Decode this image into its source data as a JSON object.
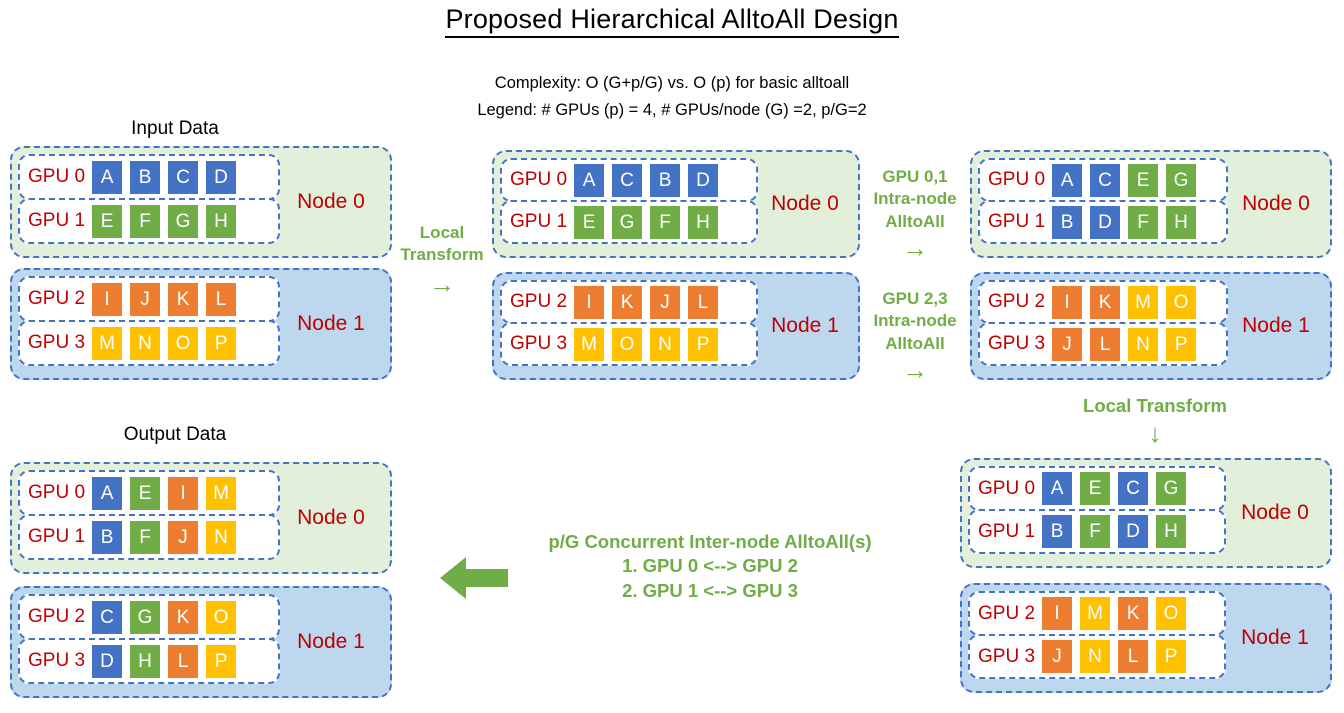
{
  "title": "Proposed Hierarchical AlltoAll Design",
  "subtitle_lines": {
    "complexity": "Complexity: O (G+p/G) vs. O (p) for basic alltoall",
    "legend": "Legend: # GPUs (p) = 4, # GPUs/node (G) =2, p/G=2"
  },
  "captions": {
    "input": "Input Data",
    "output": "Output Data"
  },
  "node_labels": {
    "node0": "Node 0",
    "node1": "Node 1"
  },
  "gpu_labels": {
    "gpu0": "GPU 0",
    "gpu1": "GPU 1",
    "gpu2": "GPU 2",
    "gpu3": "GPU 3"
  },
  "colors": {
    "blue": "#4472C4",
    "green": "#70AD47",
    "orange": "#ED7D31",
    "yellow": "#FFC000",
    "node0_bg": "#E2EFDA",
    "node1_bg": "#BDD7EE",
    "gpu_label": "#C00000",
    "annotation": "#70AD47"
  },
  "annotations": {
    "local_transform_1_line1": "Local",
    "local_transform_1_line2": "Transform",
    "local_transform_1_arrow": "→",
    "intra_node_01_line1": "GPU 0,1",
    "intra_node_01_line2": "Intra-node",
    "intra_node_01_line3": "AlltoAll",
    "intra_node_01_arrow": "→",
    "intra_node_23_line1": "GPU 2,3",
    "intra_node_23_line2": "Intra-node",
    "intra_node_23_line3": "AlltoAll",
    "intra_node_23_arrow": "→",
    "local_transform_2": "Local Transform",
    "local_transform_2_arrow": "↓",
    "inter_node_line1": "p/G Concurrent Inter-node AlltoAll(s)",
    "inter_node_line2": "1. GPU 0 <--> GPU 2",
    "inter_node_line3": "2. GPU 1 <--> GPU 3",
    "inter_node_arrow": "←"
  },
  "stages": {
    "input": {
      "gpu0": [
        {
          "v": "A",
          "c": "blue"
        },
        {
          "v": "B",
          "c": "blue"
        },
        {
          "v": "C",
          "c": "blue"
        },
        {
          "v": "D",
          "c": "blue"
        }
      ],
      "gpu1": [
        {
          "v": "E",
          "c": "green"
        },
        {
          "v": "F",
          "c": "green"
        },
        {
          "v": "G",
          "c": "green"
        },
        {
          "v": "H",
          "c": "green"
        }
      ],
      "gpu2": [
        {
          "v": "I",
          "c": "orange"
        },
        {
          "v": "J",
          "c": "orange"
        },
        {
          "v": "K",
          "c": "orange"
        },
        {
          "v": "L",
          "c": "orange"
        }
      ],
      "gpu3": [
        {
          "v": "M",
          "c": "yellow"
        },
        {
          "v": "N",
          "c": "yellow"
        },
        {
          "v": "O",
          "c": "yellow"
        },
        {
          "v": "P",
          "c": "yellow"
        }
      ]
    },
    "after_local_transform_1": {
      "gpu0": [
        {
          "v": "A",
          "c": "blue"
        },
        {
          "v": "C",
          "c": "blue"
        },
        {
          "v": "B",
          "c": "blue"
        },
        {
          "v": "D",
          "c": "blue"
        }
      ],
      "gpu1": [
        {
          "v": "E",
          "c": "green"
        },
        {
          "v": "G",
          "c": "green"
        },
        {
          "v": "F",
          "c": "green"
        },
        {
          "v": "H",
          "c": "green"
        }
      ],
      "gpu2": [
        {
          "v": "I",
          "c": "orange"
        },
        {
          "v": "K",
          "c": "orange"
        },
        {
          "v": "J",
          "c": "orange"
        },
        {
          "v": "L",
          "c": "orange"
        }
      ],
      "gpu3": [
        {
          "v": "M",
          "c": "yellow"
        },
        {
          "v": "O",
          "c": "yellow"
        },
        {
          "v": "N",
          "c": "yellow"
        },
        {
          "v": "P",
          "c": "yellow"
        }
      ]
    },
    "after_intra_node_alltoall": {
      "gpu0": [
        {
          "v": "A",
          "c": "blue"
        },
        {
          "v": "C",
          "c": "blue"
        },
        {
          "v": "E",
          "c": "green"
        },
        {
          "v": "G",
          "c": "green"
        }
      ],
      "gpu1": [
        {
          "v": "B",
          "c": "blue"
        },
        {
          "v": "D",
          "c": "blue"
        },
        {
          "v": "F",
          "c": "green"
        },
        {
          "v": "H",
          "c": "green"
        }
      ],
      "gpu2": [
        {
          "v": "I",
          "c": "orange"
        },
        {
          "v": "K",
          "c": "orange"
        },
        {
          "v": "M",
          "c": "yellow"
        },
        {
          "v": "O",
          "c": "yellow"
        }
      ],
      "gpu3": [
        {
          "v": "J",
          "c": "orange"
        },
        {
          "v": "L",
          "c": "orange"
        },
        {
          "v": "N",
          "c": "yellow"
        },
        {
          "v": "P",
          "c": "yellow"
        }
      ]
    },
    "after_local_transform_2": {
      "gpu0": [
        {
          "v": "A",
          "c": "blue"
        },
        {
          "v": "E",
          "c": "green"
        },
        {
          "v": "C",
          "c": "blue"
        },
        {
          "v": "G",
          "c": "green"
        }
      ],
      "gpu1": [
        {
          "v": "B",
          "c": "blue"
        },
        {
          "v": "F",
          "c": "green"
        },
        {
          "v": "D",
          "c": "blue"
        },
        {
          "v": "H",
          "c": "green"
        }
      ],
      "gpu2": [
        {
          "v": "I",
          "c": "orange"
        },
        {
          "v": "M",
          "c": "yellow"
        },
        {
          "v": "K",
          "c": "orange"
        },
        {
          "v": "O",
          "c": "yellow"
        }
      ],
      "gpu3": [
        {
          "v": "J",
          "c": "orange"
        },
        {
          "v": "N",
          "c": "yellow"
        },
        {
          "v": "L",
          "c": "orange"
        },
        {
          "v": "P",
          "c": "yellow"
        }
      ]
    },
    "output": {
      "gpu0": [
        {
          "v": "A",
          "c": "blue"
        },
        {
          "v": "E",
          "c": "green"
        },
        {
          "v": "I",
          "c": "orange"
        },
        {
          "v": "M",
          "c": "yellow"
        }
      ],
      "gpu1": [
        {
          "v": "B",
          "c": "blue"
        },
        {
          "v": "F",
          "c": "green"
        },
        {
          "v": "J",
          "c": "orange"
        },
        {
          "v": "N",
          "c": "yellow"
        }
      ],
      "gpu2": [
        {
          "v": "C",
          "c": "blue"
        },
        {
          "v": "G",
          "c": "green"
        },
        {
          "v": "K",
          "c": "orange"
        },
        {
          "v": "O",
          "c": "yellow"
        }
      ],
      "gpu3": [
        {
          "v": "D",
          "c": "blue"
        },
        {
          "v": "H",
          "c": "green"
        },
        {
          "v": "L",
          "c": "orange"
        },
        {
          "v": "P",
          "c": "yellow"
        }
      ]
    }
  }
}
